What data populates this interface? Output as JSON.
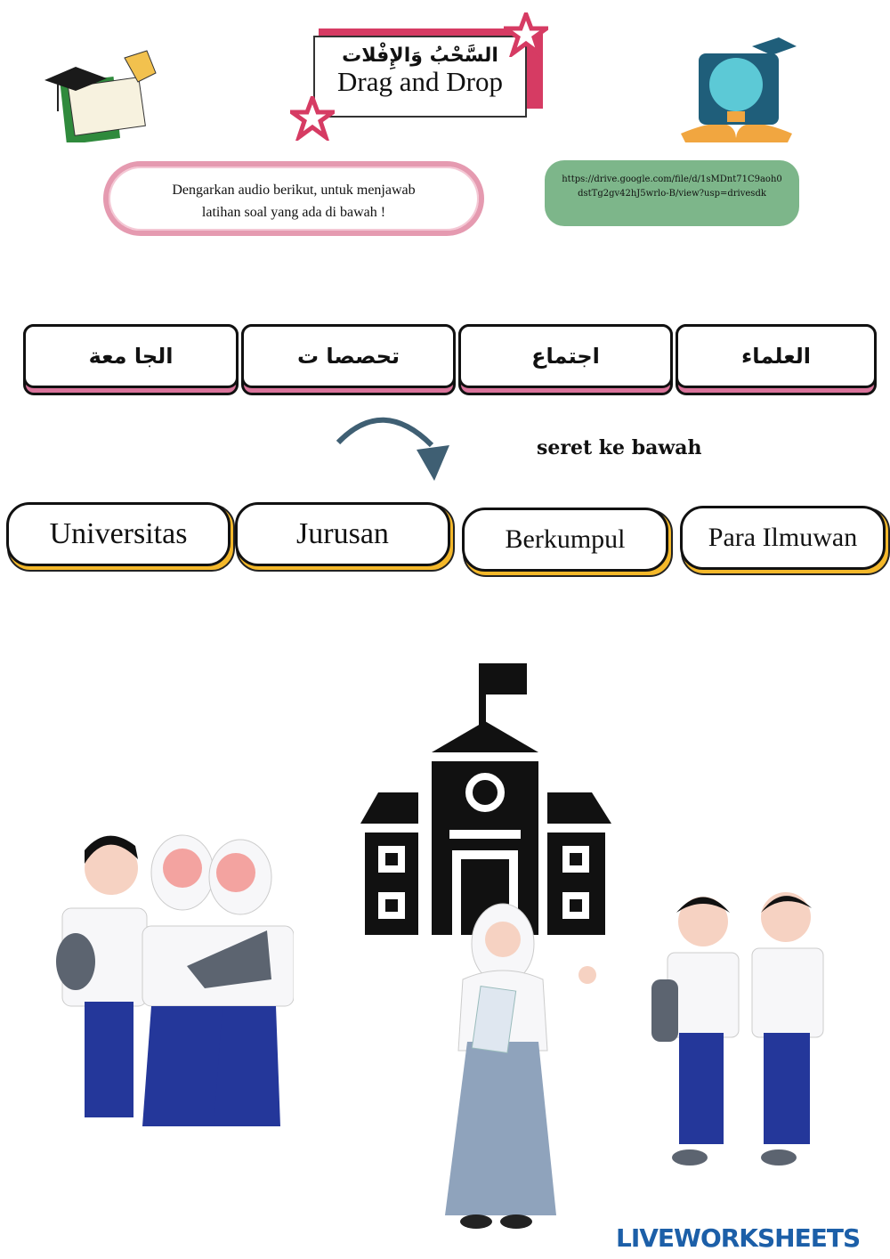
{
  "header": {
    "title_arabic": "السَّحْبُ وَالإِفْلات",
    "title": "Drag and Drop"
  },
  "instruction": "Dengarkan audio berikut, untuk menjawab latihan soal yang ada di bawah !",
  "audio_link": "https://drive.google.com/file/d/1sMDnt71C9aoh0dstTg2gv42hJ5wrlo-B/view?usp=drivesdk",
  "arabic_words": [
    "الجا معة",
    "تحصصا ت",
    "اجتماع",
    "العلماء"
  ],
  "hint": "seret ke bawah",
  "answers": [
    "Universitas",
    "Jurusan",
    "Berkumpul",
    "Para Ilmuwan"
  ],
  "footer": {
    "logo": "LIVEWORKSHEETS"
  },
  "colors": {
    "pink": "#d63b63",
    "green": "#7db68a",
    "card_shadow": "#d9739a",
    "answer_shadow": "#f4b82a"
  }
}
